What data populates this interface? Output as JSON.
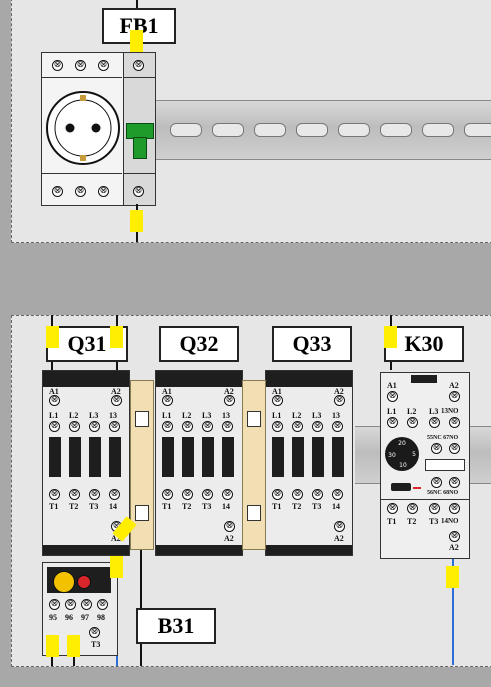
{
  "labels": {
    "fb1": "FB1",
    "q31": "Q31",
    "q32": "Q32",
    "q33": "Q33",
    "k30": "K30",
    "b31": "B31"
  },
  "contactor_terminals": {
    "a1": "A1",
    "a2": "A2",
    "top": [
      "L1",
      "L2",
      "L3",
      "13"
    ],
    "bottom": [
      "T1",
      "T2",
      "T3",
      "14"
    ]
  },
  "k30_terminals": {
    "a1": "A1",
    "a2": "A2",
    "top": [
      "L1",
      "L2",
      "L3",
      "13NO"
    ],
    "bottom": [
      "T1",
      "T2",
      "T3",
      "14NO"
    ],
    "nc_top": "55NC 67NO",
    "nc_bottom": "56NC 68NO",
    "dial": [
      "20",
      "30",
      "10",
      "5"
    ]
  },
  "relay_terminals": {
    "row": [
      "95",
      "96",
      "97",
      "98"
    ],
    "t3": "T3"
  },
  "icons": [
    "socket-icon",
    "breaker-handle-icon",
    "screw-icon",
    "dial-icon"
  ],
  "colors": {
    "panel": "#e6e6e6",
    "background": "#a8a8a8",
    "wire_black": "#111111",
    "wire_blue": "#2d6fd6",
    "marker": "#ffee00",
    "breaker_handle": "#1f9b2c",
    "relay_beige": "#f1dfb3"
  }
}
